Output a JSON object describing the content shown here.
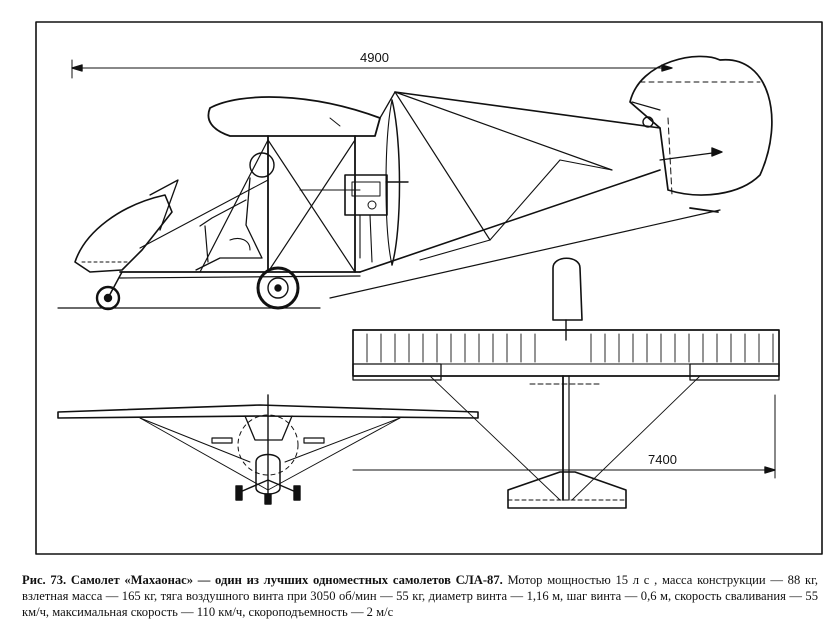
{
  "dimensions": {
    "length_label": "4900",
    "span_label": "7400"
  },
  "caption": {
    "heading": "Рис. 73. Самолет «Махаонас» — один из лучших одноместных самолетов СЛА-87.",
    "body": "Мотор мощностью 15 л с , масса конструкции — 88 кг, взлетная масса — 165 кг, тяга воздушного винта при 3050 об/мин — 55 кг, диаметр винта — 1,16 м, шаг винта — 0,6 м, скорость сваливания — 55 км/ч, максимальная скорость — 110 км/ч, скороподъемность — 2 м/с"
  },
  "colors": {
    "ink": "#111111",
    "paper": "#ffffff"
  }
}
